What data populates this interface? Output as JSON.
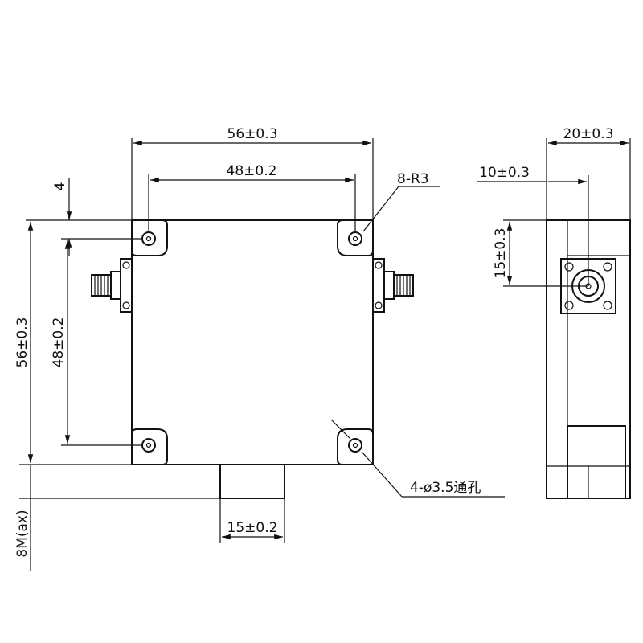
{
  "dimensions": {
    "top_outer": "56±0.3",
    "top_inner": "48±0.2",
    "left_offset": "4",
    "corner_radius": "8-R3",
    "left_outer": "56±0.3",
    "left_inner": "48±0.2",
    "bottom_height": "8M(ax)",
    "bottom_width": "15±0.2",
    "holes": "4-ø3.5通孔",
    "side_width": "20±0.3",
    "side_offset": "10±0.3",
    "side_height": "15±0.3"
  }
}
